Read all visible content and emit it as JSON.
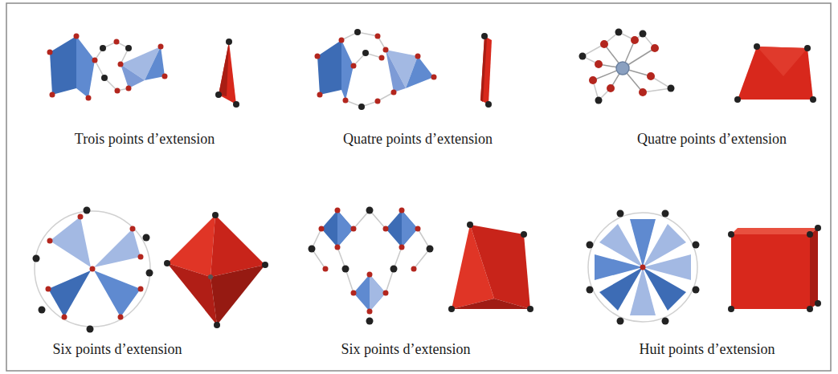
{
  "diagram": {
    "labels": [
      "Trois points d’extension",
      "Quatre points d’extension",
      "Quatre points d’extension",
      "Six points d’extension",
      "Six points d’extension",
      "Huit points d’extension"
    ]
  }
}
